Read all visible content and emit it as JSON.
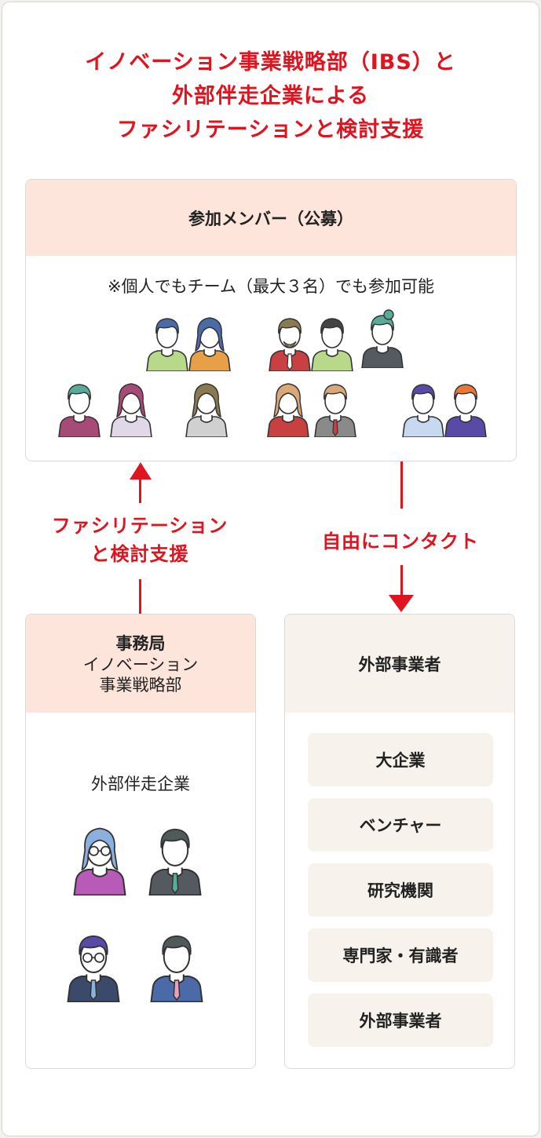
{
  "title": {
    "line1": "イノベーション事業戦略部（IBS）と",
    "line2": "外部伴走企業による",
    "line3": "ファシリテーションと検討支援"
  },
  "members": {
    "header": "参加メンバー（公募）",
    "note": "※個人でもチーム（最大３名）でも参加可能"
  },
  "arrows": {
    "left_label_line1": "ファシリテーション",
    "left_label_line2": "と検討支援",
    "right_label": "自由にコンタクト"
  },
  "secretariat": {
    "title": "事務局",
    "subtitle_line1": "イノベーション",
    "subtitle_line2": "事業戦略部",
    "body_label": "外部伴走企業"
  },
  "external": {
    "header": "外部事業者",
    "items": [
      "大企業",
      "ベンチャー",
      "研究機関",
      "専門家・有識者",
      "外部事業者"
    ]
  },
  "colors": {
    "accent_red": "#e0141e",
    "header_pink": "#fde5dc",
    "header_beige": "#f7f3ec"
  }
}
